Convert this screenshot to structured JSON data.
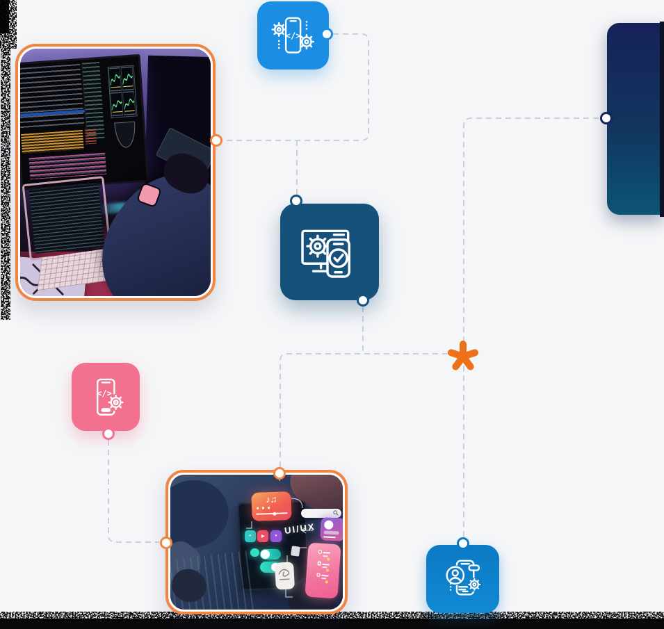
{
  "scene": {
    "background_color": "#f5f6f8",
    "accent_orange": "#f08443",
    "connector_color": "#cbd0d8",
    "asterisk_color": "#ed7119",
    "grunge_color": "#0b0b0e"
  },
  "cards": {
    "app_code": {
      "icon": "phone-code-gears-icon",
      "color": "#1b8de2"
    },
    "monitor_check": {
      "icon": "monitor-gear-phone-check-icon",
      "color": "#15517b"
    },
    "phone_gear": {
      "icon": "phone-code-gear-icon",
      "color": "#f2718f"
    },
    "user_phone": {
      "icon": "phone-user-gear-icon",
      "color": "#0c79c4"
    },
    "right_panel": {
      "color_top": "#16225a",
      "color_bottom": "#0d5476"
    }
  },
  "photos": {
    "developer": {
      "name": "developer-workstation-photo",
      "border_color": "#f08443"
    },
    "uiux": {
      "name": "uiux-design-photo",
      "border_color": "#f08443",
      "label": "UI/UX"
    }
  }
}
